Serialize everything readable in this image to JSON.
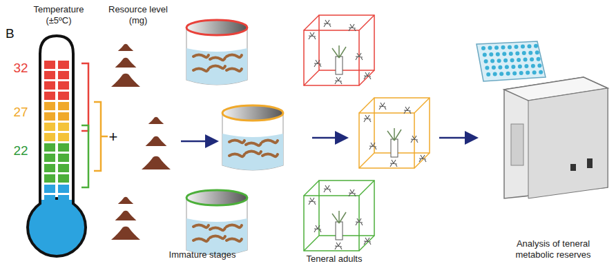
{
  "diagram": {
    "labels": [
      "B",
      "Temperature (±5ºC)",
      "Resource level (mg)",
      "32",
      "27",
      "22",
      "+",
      "Immature stages",
      "Teneral adults",
      "Analysis of teneral metabolic reserves"
    ]
  }
}
